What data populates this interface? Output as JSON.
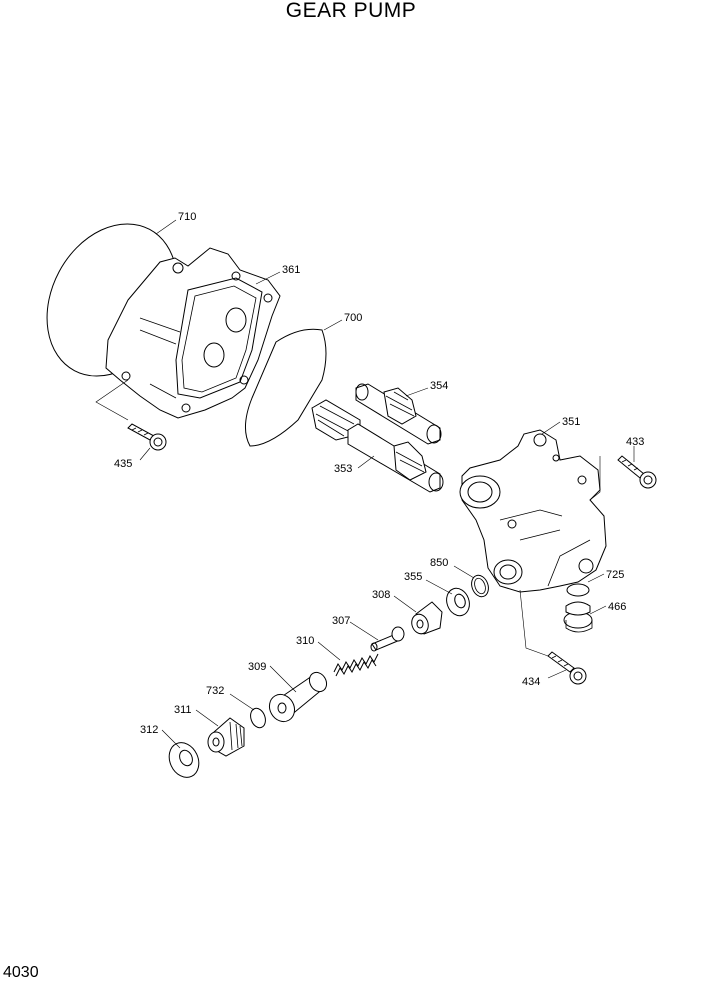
{
  "title": "GEAR PUMP",
  "page_number": "4030",
  "callouts": [
    {
      "id": "710",
      "text": "710"
    },
    {
      "id": "361",
      "text": "361"
    },
    {
      "id": "700",
      "text": "700"
    },
    {
      "id": "354",
      "text": "354"
    },
    {
      "id": "351",
      "text": "351"
    },
    {
      "id": "433",
      "text": "433"
    },
    {
      "id": "435",
      "text": "435"
    },
    {
      "id": "353",
      "text": "353"
    },
    {
      "id": "850",
      "text": "850"
    },
    {
      "id": "355",
      "text": "355"
    },
    {
      "id": "725",
      "text": "725"
    },
    {
      "id": "308",
      "text": "308"
    },
    {
      "id": "466",
      "text": "466"
    },
    {
      "id": "307",
      "text": "307"
    },
    {
      "id": "310",
      "text": "310"
    },
    {
      "id": "309",
      "text": "309"
    },
    {
      "id": "434",
      "text": "434"
    },
    {
      "id": "732",
      "text": "732"
    },
    {
      "id": "311",
      "text": "311"
    },
    {
      "id": "312",
      "text": "312"
    }
  ]
}
